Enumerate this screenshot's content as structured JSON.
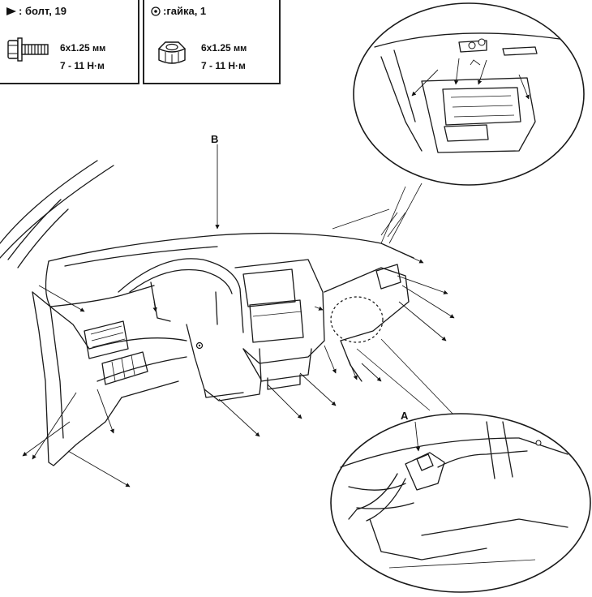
{
  "legend": {
    "bolt": {
      "title": ": болт, 19",
      "size": "6x1.25",
      "size_unit": "мм",
      "torque": "7 - 11 Н·м",
      "icon": "bolt-icon"
    },
    "nut": {
      "title": ":гайка, 1",
      "size": "6x1.25",
      "size_unit": "мм",
      "torque": "7 - 11 Н·м",
      "icon": "nut-icon"
    }
  },
  "callouts": {
    "b": "B",
    "a": "A"
  }
}
